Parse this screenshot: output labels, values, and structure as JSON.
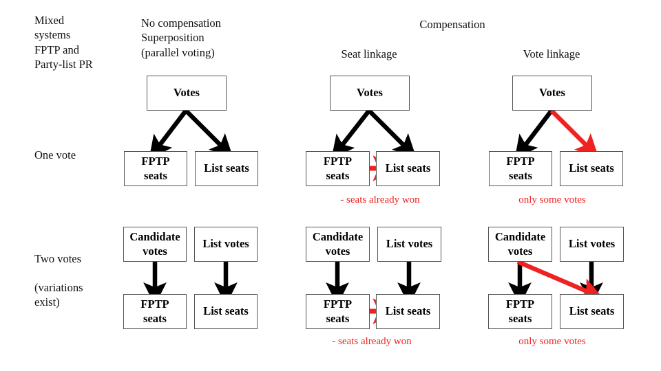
{
  "figure": {
    "corner_label": "Mixed\nsystems\nFPTP and\nParty-list PR",
    "group_header": "Compensation",
    "columns": [
      {
        "id": "no-compensation",
        "header": "No compensation\nSuperposition\n(parallel voting)"
      },
      {
        "id": "seat-linkage",
        "header": "Seat linkage"
      },
      {
        "id": "vote-linkage",
        "header": "Vote linkage"
      }
    ],
    "rows": [
      {
        "id": "one-vote",
        "label": "One vote",
        "sublabel": ""
      },
      {
        "id": "two-votes",
        "label": "Two votes",
        "sublabel": "(variations\nexist)"
      }
    ],
    "colors": {
      "red": "#ef2222",
      "black": "#000000",
      "box_border": "#555555",
      "background": "#ffffff"
    },
    "nodes": {
      "r1c1_votes": "Votes",
      "r1c1_fptp": "FPTP\nseats",
      "r1c1_list": "List seats",
      "r1c2_votes": "Votes",
      "r1c2_fptp": "FPTP\nseats",
      "r1c2_list": "List seats",
      "r1c3_votes": "Votes",
      "r1c3_fptp": "FPTP\nseats",
      "r1c3_list": "List seats",
      "r2c1_candidate": "Candidate\nvotes",
      "r2c1_listvotes": "List votes",
      "r2c1_fptp": "FPTP\nseats",
      "r2c1_list": "List seats",
      "r2c2_candidate": "Candidate\nvotes",
      "r2c2_listvotes": "List votes",
      "r2c2_fptp": "FPTP\nseats",
      "r2c2_list": "List seats",
      "r2c3_candidate": "Candidate\nvotes",
      "r2c3_listvotes": "List votes",
      "r2c3_fptp": "FPTP\nseats",
      "r2c3_list": "List seats"
    },
    "captions": {
      "r1c2": "- seats already won",
      "r1c3": "only some votes",
      "r2c2": "- seats already won",
      "r2c3": "only some votes"
    }
  }
}
